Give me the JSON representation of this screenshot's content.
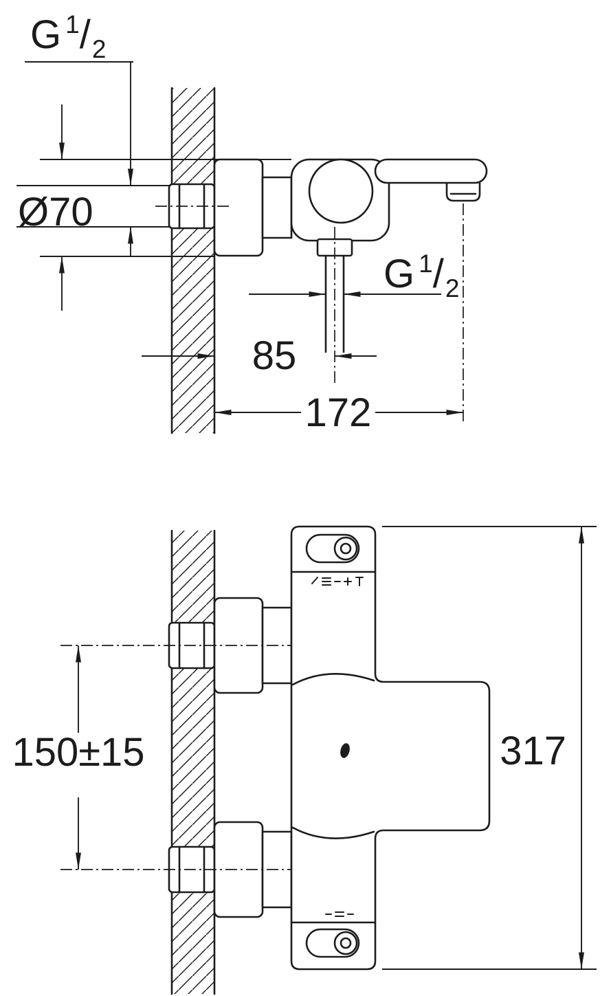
{
  "figure": {
    "background": "#ffffff",
    "line_color": "#1c1c1c"
  },
  "top_view": {
    "wall_thread_label": {
      "base": "G",
      "numerator": "1",
      "slash": "/",
      "denominator": "2"
    },
    "diameter_label": "Ø70",
    "outlet_thread_label": {
      "base": "G",
      "numerator": "1",
      "slash": "/",
      "denominator": "2"
    },
    "outlet_offset_label": "85",
    "projection_label": "172"
  },
  "front_view": {
    "spacing_label": "150±15",
    "height_label": "317"
  }
}
